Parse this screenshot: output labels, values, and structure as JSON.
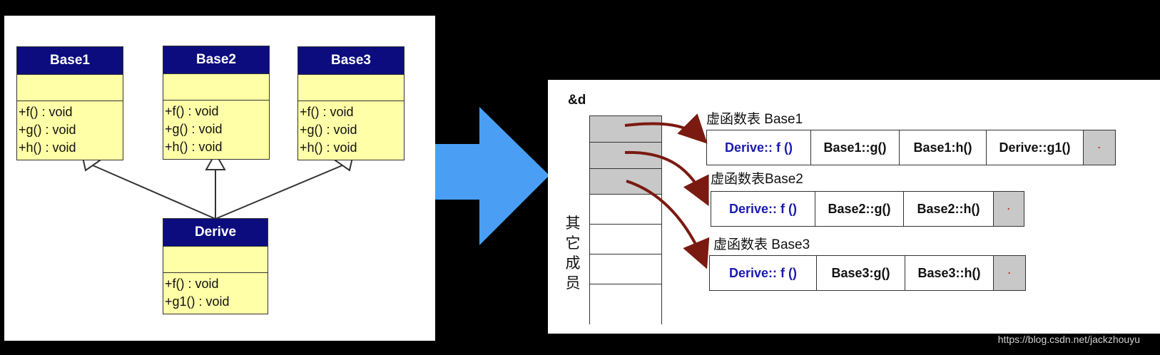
{
  "uml": {
    "classes": [
      {
        "name": "Base1",
        "ops": [
          "+f() : void",
          "+g() : void",
          "+h() : void"
        ]
      },
      {
        "name": "Base2",
        "ops": [
          "+f() : void",
          "+g() : void",
          "+h() : void"
        ]
      },
      {
        "name": "Base3",
        "ops": [
          "+f() : void",
          "+g() : void",
          "+h() : void"
        ]
      },
      {
        "name": "Derive",
        "ops": [
          "+f() : void",
          "+g1() : void"
        ]
      }
    ]
  },
  "memory": {
    "address_label": "&d",
    "other_members_label": [
      "其",
      "它",
      "成",
      "员"
    ],
    "vtables": [
      {
        "title": "虚函数表 Base1",
        "entries": [
          "Derive:: f ()",
          "Base1::g()",
          "Base1:h()",
          "Derive::g1()",
          "·"
        ]
      },
      {
        "title": "虚函数表Base2",
        "entries": [
          "Derive:: f ()",
          "Base2::g()",
          "Base2::h()",
          "·"
        ]
      },
      {
        "title": "虚函数表 Base3",
        "entries": [
          "Derive:: f ()",
          "Base3:g()",
          "Base3::h()",
          "·"
        ]
      }
    ]
  },
  "colors": {
    "class_header": "#0c0c7e",
    "class_body": "#ffffa8",
    "arrow": "#4a9ff5",
    "pointer": "#7a1a10"
  },
  "watermark": "https://blog.csdn.net/jackzhouyu"
}
